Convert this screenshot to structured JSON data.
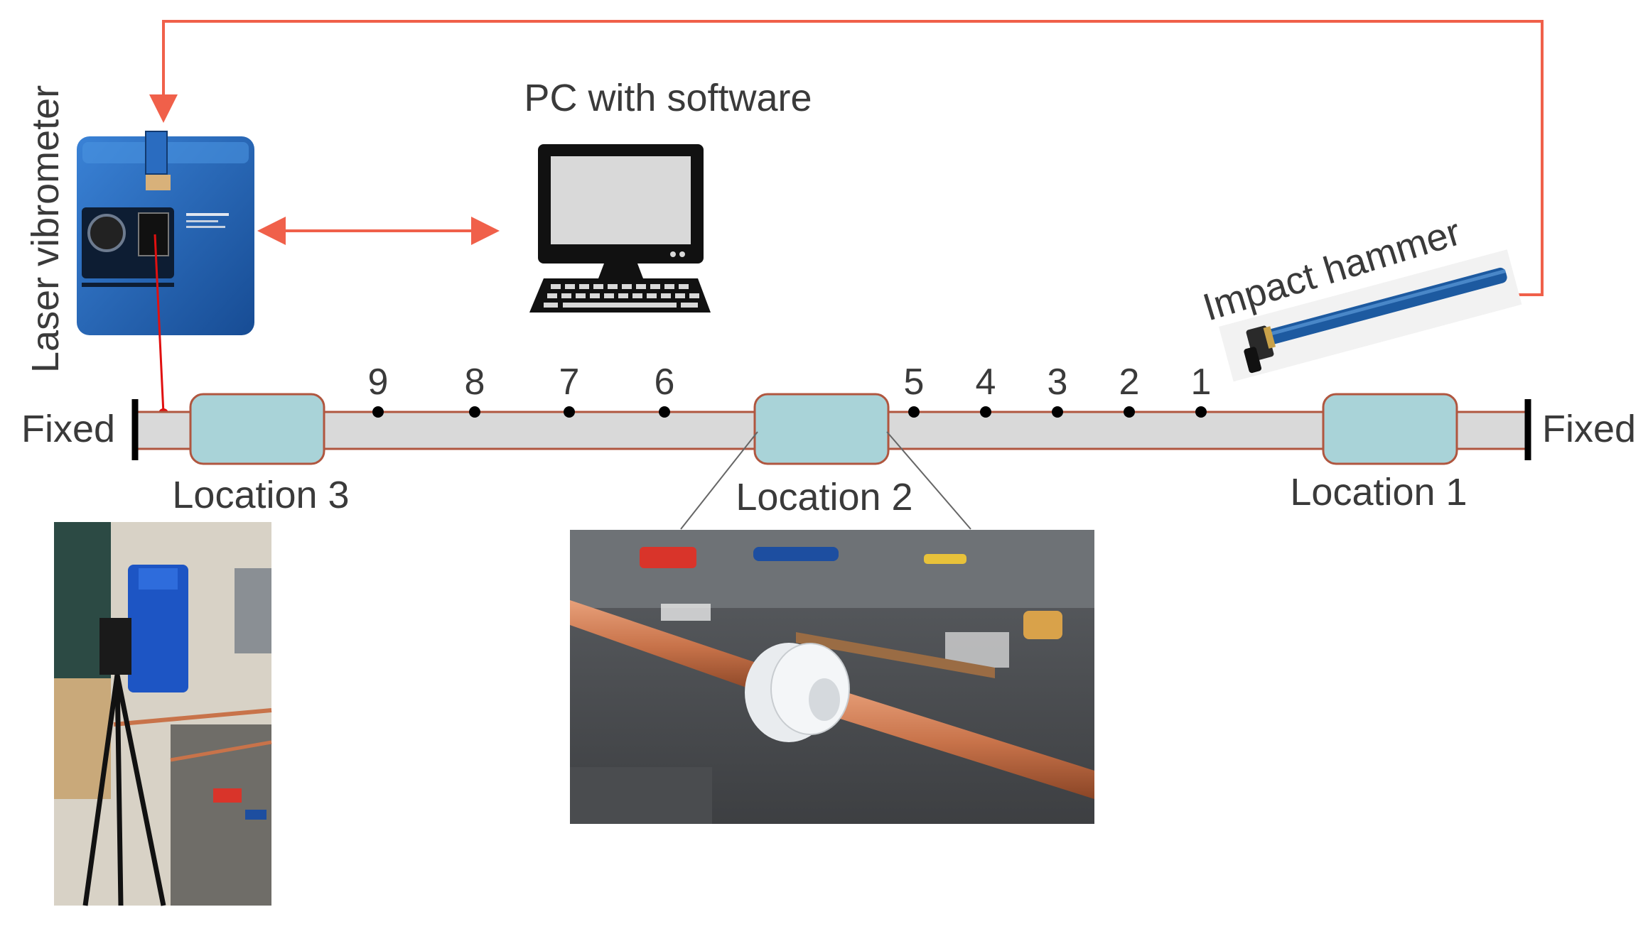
{
  "labels": {
    "laser_vibrometer": "Laser vibrometer",
    "pc_with_software": "PC with software",
    "impact_hammer": "Impact hammer",
    "fixed_left": "Fixed",
    "fixed_right": "Fixed",
    "location_1": "Location 1",
    "location_2": "Location 2",
    "location_3": "Location 3"
  },
  "measurement_points": [
    "9",
    "8",
    "7",
    "6",
    "5",
    "4",
    "3",
    "2",
    "1"
  ],
  "colors": {
    "signal_line": "#f0604a",
    "laser_beam": "#e01010",
    "beam_fill": "#d9d9d9",
    "beam_edge": "#b0563f",
    "location_fill": "#a9d3d8",
    "location_edge": "#b0563f",
    "vibrometer_blue": "#1f5fb4",
    "copper": "#c8734a"
  }
}
